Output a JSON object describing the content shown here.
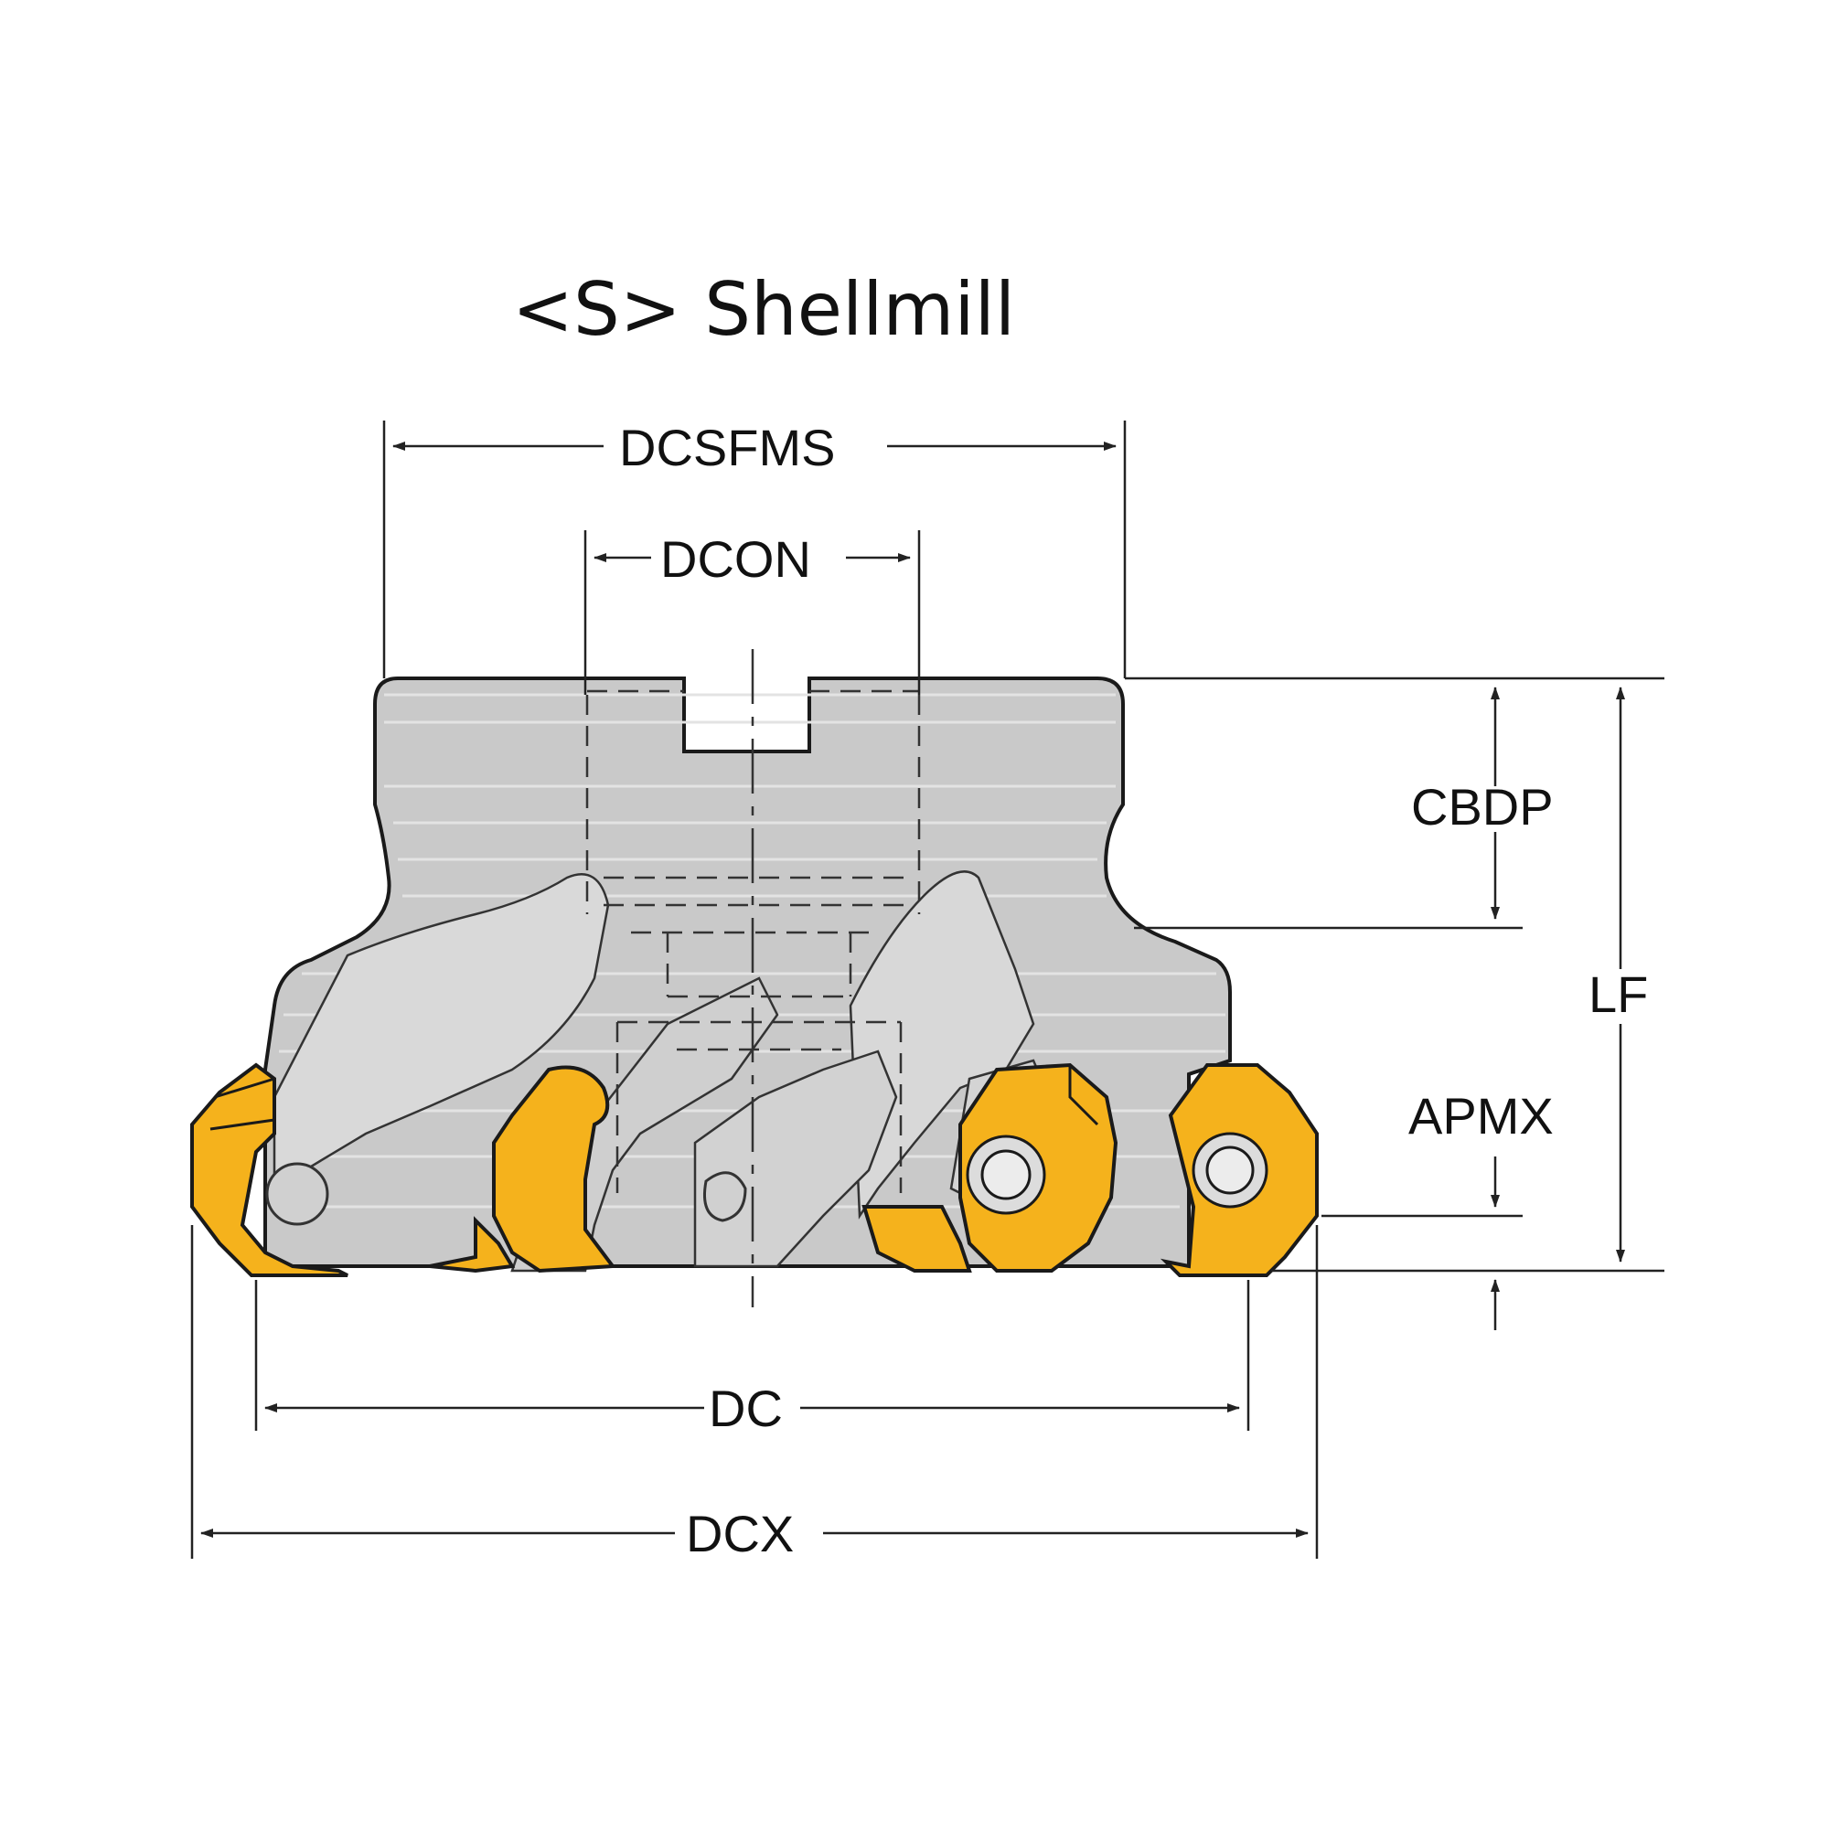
{
  "title": "<S> Shellmill",
  "dimensions": {
    "dcsfms": "DCSFMS",
    "dcon": "DCON",
    "cbdp": "CBDP",
    "lf": "LF",
    "apmx": "APMX",
    "dc": "DC",
    "dcx": "DCX"
  },
  "colors": {
    "body": "#c9c9c9",
    "body_light": "#dedede",
    "insert": "#f5b21c",
    "outline": "#1a1a1a",
    "dim_line": "#222222"
  }
}
